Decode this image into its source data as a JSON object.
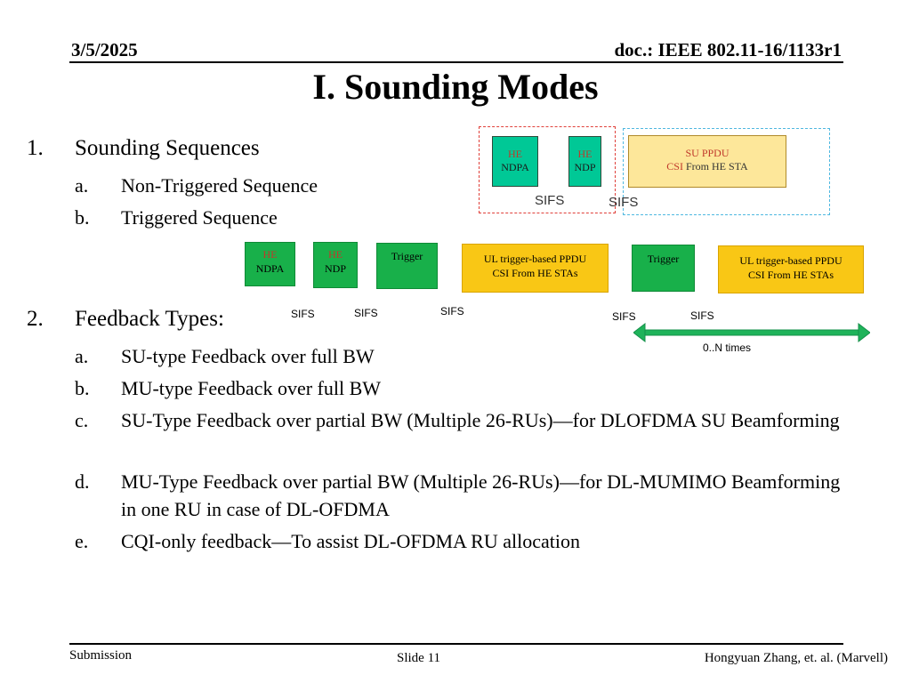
{
  "header": {
    "date": "3/5/2025",
    "doc": "doc.: IEEE 802.11-16/1133r1"
  },
  "title": "I. Sounding Modes",
  "sections": [
    {
      "number": "1.",
      "heading": "Sounding Sequences",
      "items": [
        {
          "marker": "a.",
          "text": "Non-Triggered Sequence"
        },
        {
          "marker": "b.",
          "text": "Triggered Sequence"
        }
      ]
    },
    {
      "number": "2.",
      "heading": "Feedback Types:",
      "items": [
        {
          "marker": "a.",
          "text": "SU-type Feedback over full BW"
        },
        {
          "marker": "b.",
          "text": "MU-type Feedback over full BW"
        },
        {
          "marker": "c.",
          "text": "SU-Type Feedback over partial BW (Multiple 26-RUs)—for DLOFDMA SU Beamforming"
        },
        {
          "marker": "d.",
          "text": "MU-Type Feedback over partial BW (Multiple 26-RUs)—for DL-MUMIMO Beamforming in one RU in case of DL-OFDMA"
        },
        {
          "marker": "e.",
          "text": "CQI-only feedback—To assist DL-OFDMA RU allocation"
        }
      ]
    }
  ],
  "diagram_top": {
    "he_ndpa": {
      "line1": "HE",
      "line2": "NDPA"
    },
    "he_ndp": {
      "line1": "HE",
      "line2": "NDP"
    },
    "su_ppdu": {
      "line1": "SU PPDU",
      "line2_red": "CSI",
      "line2_rest": " From HE STA"
    },
    "sifs_1": "SIFS",
    "sifs_2": "SIFS"
  },
  "diagram_bottom": {
    "he_ndpa": {
      "line1": "HE",
      "line2": "NDPA"
    },
    "he_ndp": {
      "line1": "HE",
      "line2": "NDP"
    },
    "trigger_1": "Trigger",
    "ul_1": {
      "line1": "UL trigger-based PPDU",
      "line2": "CSI From HE STAs"
    },
    "trigger_2": "Trigger",
    "ul_2": {
      "line1": "UL trigger-based PPDU",
      "line2": "CSI From HE STAs"
    },
    "sifs_labels": [
      "SIFS",
      "SIFS",
      "SIFS",
      "SIFS",
      "SIFS"
    ],
    "repeat_label": "0..N times"
  },
  "colors": {
    "green": "#18b04a",
    "teal": "#00c896",
    "yellow": "#f9c715",
    "light_yellow": "#fde79a",
    "red_dashed": "#e0403a",
    "blue_dashed": "#4fb8e0",
    "arrow": "#1fb35a"
  },
  "footer": {
    "left": "Submission",
    "center": "Slide 11",
    "right": "Hongyuan Zhang, et. al. (Marvell)"
  }
}
